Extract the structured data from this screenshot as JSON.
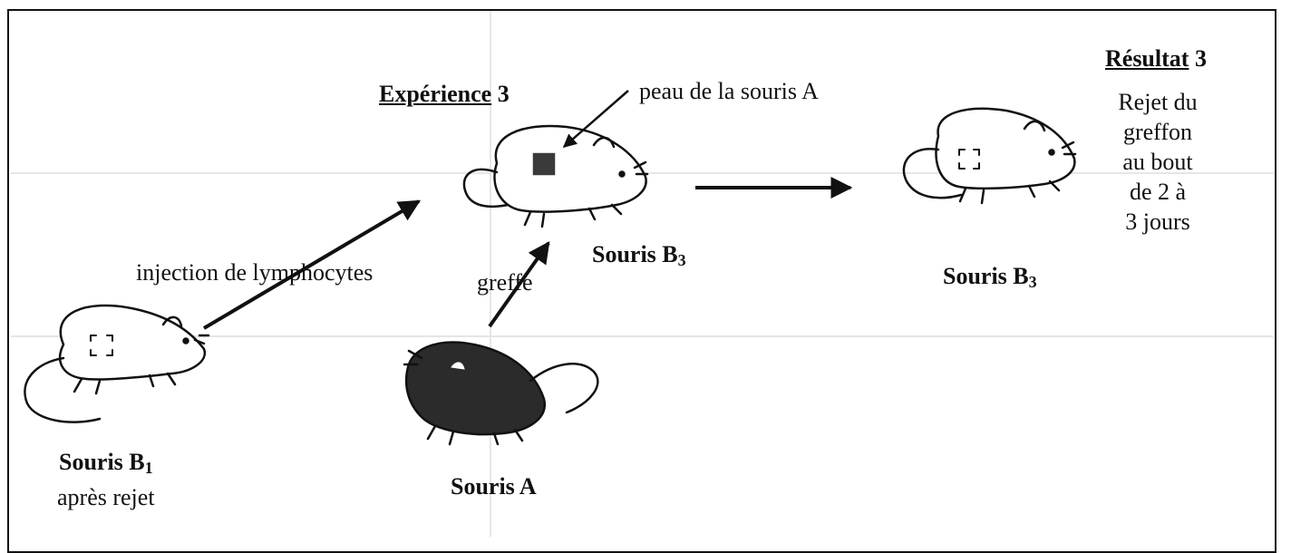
{
  "experience_title": {
    "word": "Expérience",
    "num": "3"
  },
  "result_title": {
    "word": "Résultat",
    "num": "3"
  },
  "result_text_lines": [
    "Rejet du",
    "greffon",
    "au bout",
    "de 2 à",
    "3 jours"
  ],
  "arrow_labels": {
    "skin": "peau de la souris A",
    "injection": "injection de lymphocytes",
    "graft": "greffe"
  },
  "mice": {
    "b1": {
      "name": "Souris B",
      "sub": "1",
      "caption": "après rejet"
    },
    "b3_center": {
      "name": "Souris B",
      "sub": "3"
    },
    "b3_result": {
      "name": "Souris B",
      "sub": "3"
    },
    "a": {
      "name": "Souris A"
    }
  },
  "colors": {
    "ink": "#111111",
    "ghost": "#e2e2e2",
    "graft": "#3a3a3a"
  }
}
